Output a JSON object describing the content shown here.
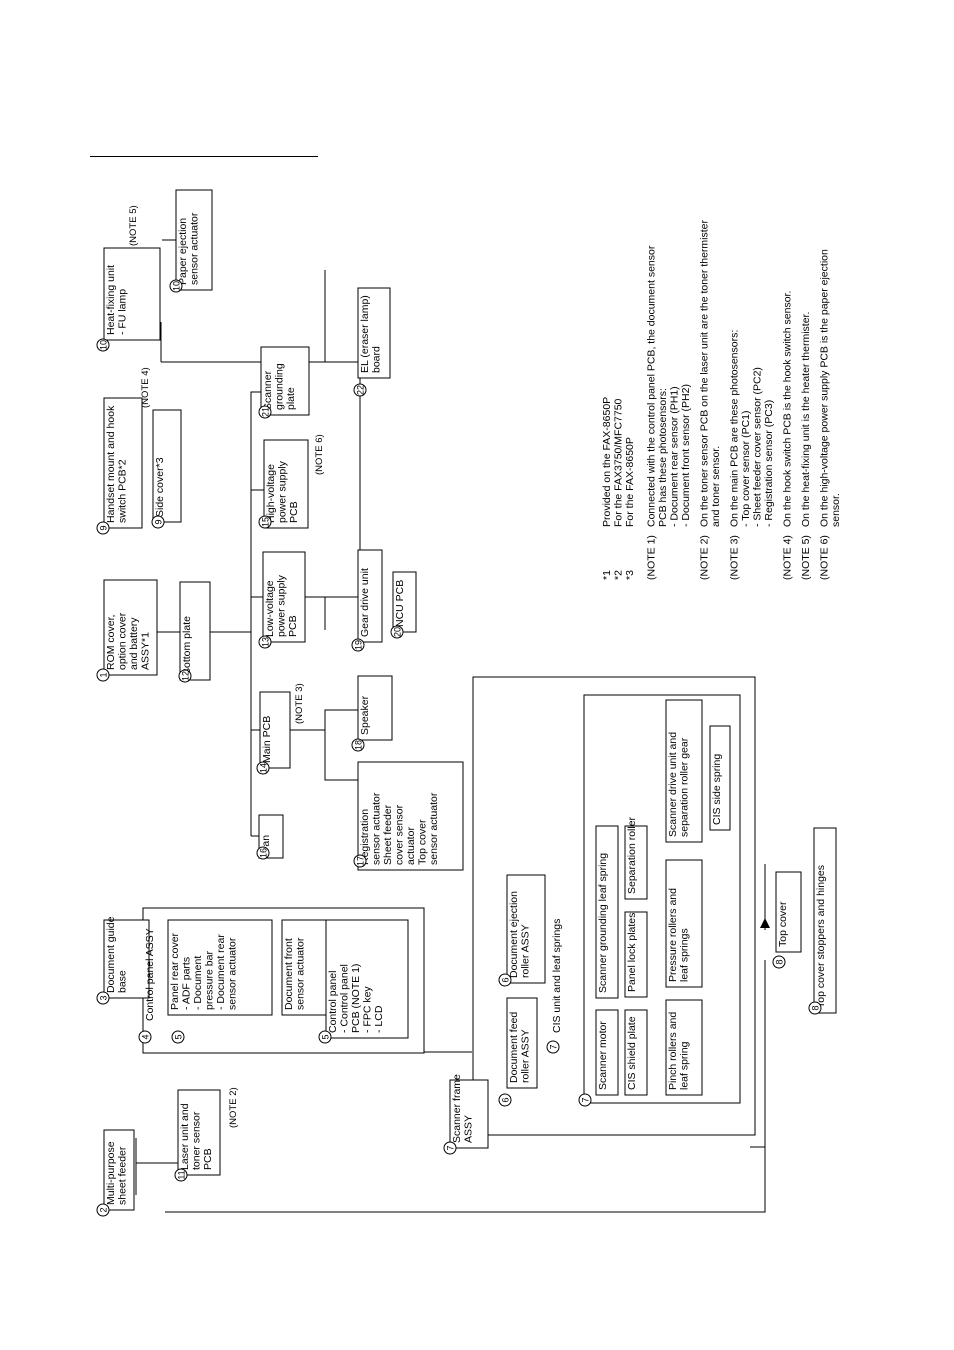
{
  "parts": {
    "p1": {
      "num": "1",
      "lines": [
        "ROM cover,",
        "option cover",
        "and battery",
        "ASSY*1"
      ]
    },
    "p2": {
      "num": "2",
      "lines": [
        "Multi-purpose",
        "sheet feeder"
      ]
    },
    "p3": {
      "num": "3",
      "lines": [
        "Document guide",
        "base"
      ]
    },
    "p4": {
      "num": "4",
      "lines": [
        "Control panel ASSY"
      ]
    },
    "p5a": {
      "num": "5",
      "lines": [
        "Panel rear cover",
        " - ADF parts",
        " - Document",
        "   pressure bar",
        " - Document rear",
        "   sensor actuator"
      ]
    },
    "p5b": {
      "lines": [
        "Document front",
        "sensor actuator"
      ]
    },
    "p5c": {
      "num": "5",
      "lines": [
        "Control panel",
        " - Control panel",
        "   PCB (NOTE 1)",
        " - FPC key",
        " - LCD"
      ]
    },
    "p6a": {
      "num": "6",
      "lines": [
        "Document feed",
        "roller ASSY"
      ]
    },
    "p6b": {
      "num": "6",
      "lines": [
        "Document ejection",
        "roller ASSY"
      ]
    },
    "p7a": {
      "num": "7",
      "lines": [
        "Scanner frame",
        "ASSY"
      ]
    },
    "p7b": {
      "num": "7",
      "lines": [
        "CIS unit and leaf springs"
      ]
    },
    "p7c": {
      "num": "7"
    },
    "p8a": {
      "num": "8",
      "lines": [
        "Top cover"
      ]
    },
    "p8b": {
      "num": "8",
      "lines": [
        "Top cover stoppers and hinges"
      ]
    },
    "p9a": {
      "num": "9",
      "lines": [
        "Handset mount and hook",
        "switch PCB*2"
      ]
    },
    "p9b": {
      "num": "9",
      "lines": [
        "Side cover*3"
      ]
    },
    "p10a": {
      "num": "10",
      "lines": [
        "Heat-fixing unit",
        " - FU lamp"
      ]
    },
    "p10b": {
      "num": "10",
      "lines": [
        "Paper ejection",
        "sensor actuator"
      ]
    },
    "p11": {
      "num": "11",
      "lines": [
        "Laser unit and",
        "toner sensor",
        "PCB"
      ]
    },
    "p12": {
      "num": "12",
      "lines": [
        "Bottom plate"
      ]
    },
    "p13": {
      "num": "13",
      "lines": [
        "Low-voltage",
        "power supply",
        "PCB"
      ]
    },
    "p14": {
      "num": "14",
      "lines": [
        "Main PCB"
      ]
    },
    "p15": {
      "num": "15",
      "lines": [
        "High-voltage",
        "power supply",
        "PCB"
      ]
    },
    "p16": {
      "num": "16",
      "lines": [
        "Fan"
      ]
    },
    "p17": {
      "num": "17",
      "lines": [
        "Registration",
        "sensor actuator",
        "Sheet feeder",
        "cover sensor",
        "actuator",
        "Top cover",
        "sensor actuator"
      ]
    },
    "p18": {
      "num": "18",
      "lines": [
        "Speaker"
      ]
    },
    "p19": {
      "num": "19",
      "lines": [
        "Gear drive unit"
      ]
    },
    "p20": {
      "num": "20",
      "lines": [
        "NCU PCB"
      ]
    },
    "p21": {
      "num": "21",
      "lines": [
        "Scanner",
        "grounding",
        "plate"
      ]
    },
    "p22": {
      "num": "22",
      "lines": [
        "EL (eraser lamp)",
        "board"
      ]
    },
    "s1": {
      "lines": [
        "Scanner motor"
      ]
    },
    "s2": {
      "lines": [
        "Scanner grounding leaf spring"
      ]
    },
    "s3": {
      "lines": [
        "CIS shield plate"
      ]
    },
    "s4": {
      "lines": [
        "Panel lock plates"
      ]
    },
    "s5": {
      "lines": [
        "Separation roller"
      ]
    },
    "s6": {
      "lines": [
        "Pinch rollers and",
        "leaf spring"
      ]
    },
    "s7": {
      "lines": [
        "Pressure rollers and",
        "leaf springs"
      ]
    },
    "s8": {
      "lines": [
        "Scanner drive unit and",
        "separation roller gear"
      ]
    },
    "s9": {
      "lines": [
        "CIS side spring"
      ]
    }
  },
  "note_labels": {
    "n2": "(NOTE 2)",
    "n3": "(NOTE 3)",
    "n4": "(NOTE 4)",
    "n5": "(NOTE 5)",
    "n6": "(NOTE 6)"
  },
  "footnotes": [
    {
      "key": "*1",
      "text": [
        "Provided on the FAX-8650P"
      ]
    },
    {
      "key": "*2",
      "text": [
        "For the FAX3750/MFC7750"
      ]
    },
    {
      "key": "*3",
      "text": [
        "For the FAX-8650P"
      ]
    },
    {
      "key": "(NOTE 1)",
      "text": [
        "Connected with the control panel PCB, the document sensor",
        "PCB has these photosensors:",
        "      - Document rear sensor (PH1)",
        "      - Document front sensor (PH2)"
      ]
    },
    {
      "key": "(NOTE 2)",
      "text": [
        "On the toner sensor PCB on the laser unit are the toner thermister",
        "and toner sensor."
      ]
    },
    {
      "key": "(NOTE 3)",
      "text": [
        "On the main PCB are these photosensors:",
        "  - Top cover sensor (PC1)",
        "  - Sheet feeder cover sensor (PC2)",
        "  - Registration sensor (PC3)"
      ]
    },
    {
      "key": "(NOTE 4)",
      "text": [
        "On the hook switch PCB is the hook switch sensor."
      ]
    },
    {
      "key": "(NOTE 5)",
      "text": [
        "On the heat-fixing unit is the heater thermister."
      ]
    },
    {
      "key": "(NOTE 6)",
      "text": [
        "On the high-voltage power supply PCB is the paper ejection",
        "sensor."
      ]
    }
  ]
}
